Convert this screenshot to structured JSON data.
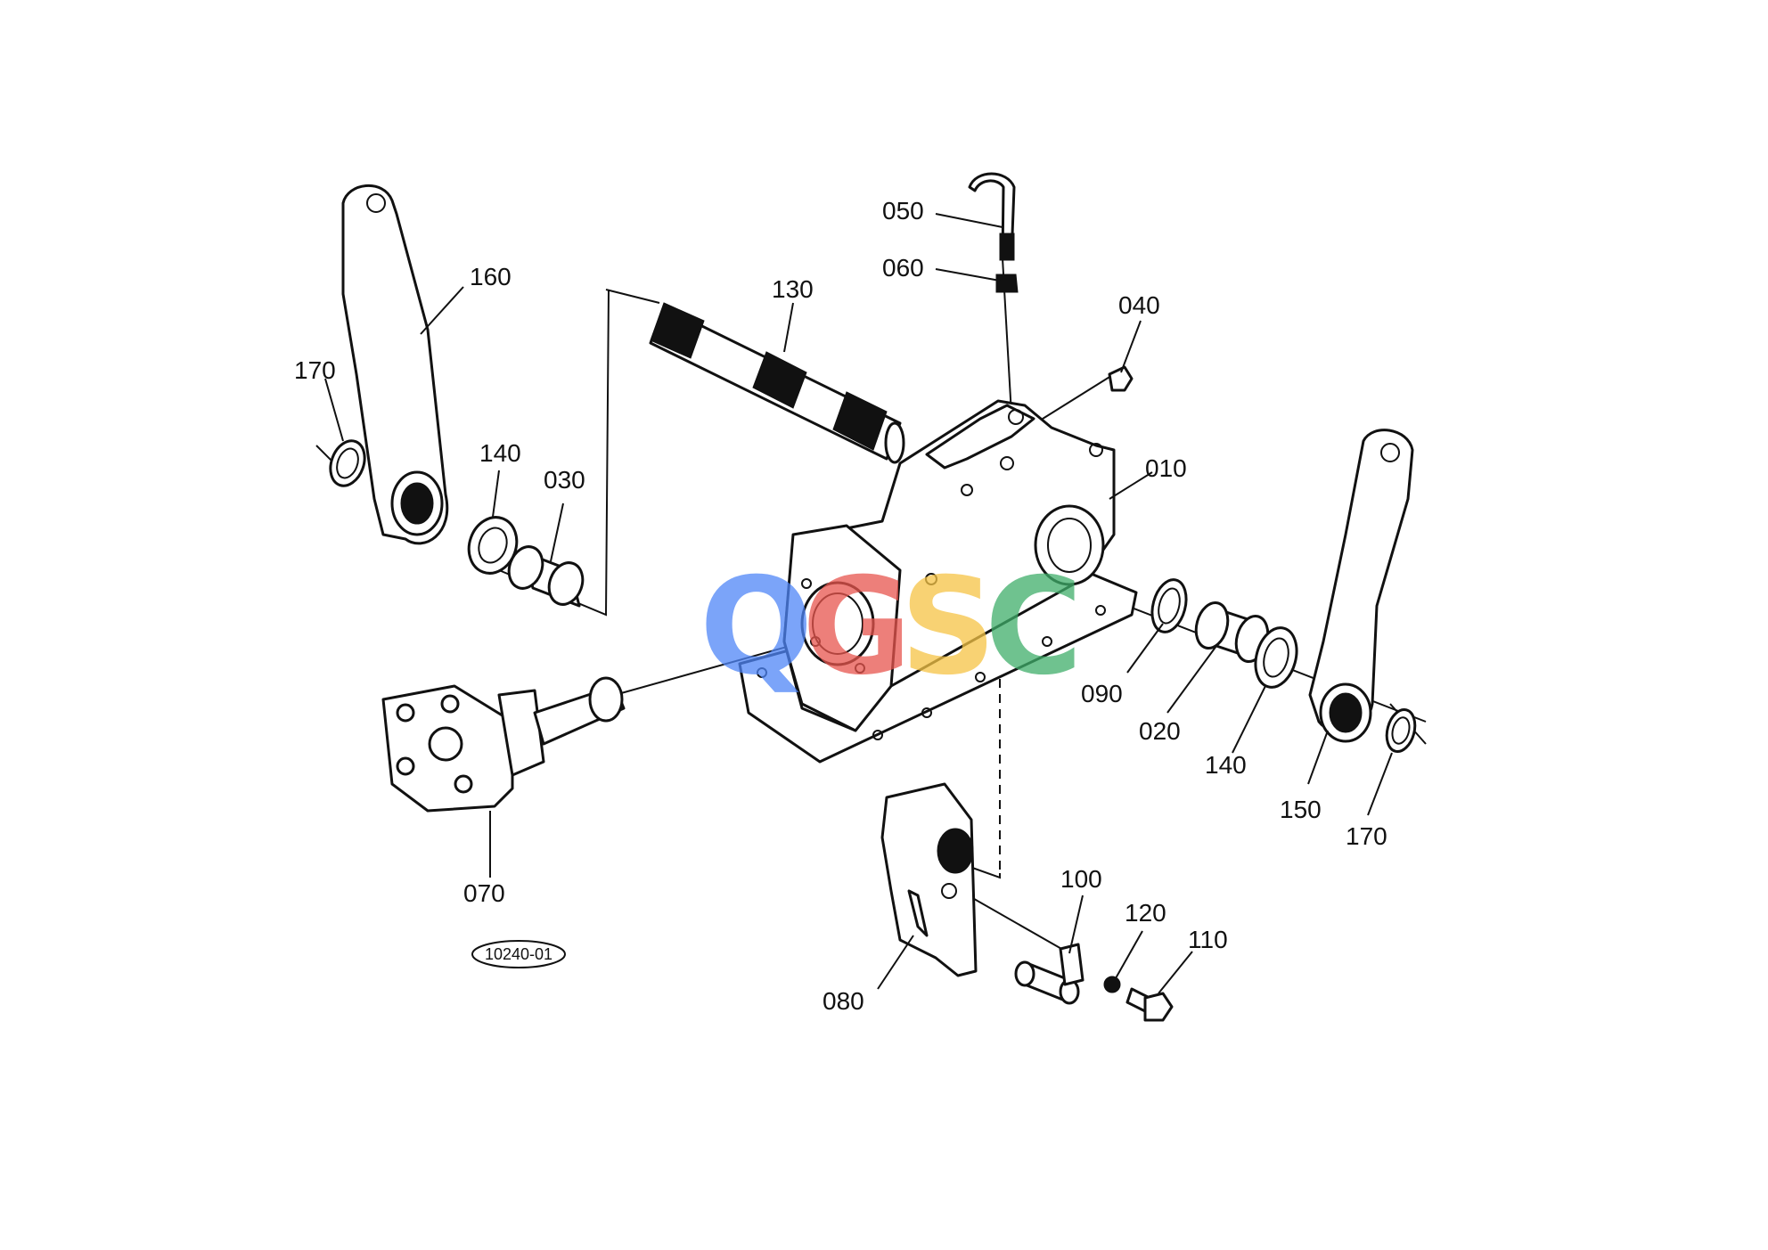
{
  "diagram": {
    "parts": [
      {
        "id": "p010",
        "label": "010"
      },
      {
        "id": "p020",
        "label": "020"
      },
      {
        "id": "p030",
        "label": "030"
      },
      {
        "id": "p040",
        "label": "040"
      },
      {
        "id": "p050",
        "label": "050"
      },
      {
        "id": "p060",
        "label": "060"
      },
      {
        "id": "p070",
        "label": "070"
      },
      {
        "id": "p080",
        "label": "080"
      },
      {
        "id": "p090",
        "label": "090"
      },
      {
        "id": "p100",
        "label": "100"
      },
      {
        "id": "p110",
        "label": "110"
      },
      {
        "id": "p120",
        "label": "120"
      },
      {
        "id": "p130",
        "label": "130"
      },
      {
        "id": "p140a",
        "label": "140"
      },
      {
        "id": "p140b",
        "label": "140"
      },
      {
        "id": "p150",
        "label": "150"
      },
      {
        "id": "p160",
        "label": "160"
      },
      {
        "id": "p170a",
        "label": "170"
      },
      {
        "id": "p170b",
        "label": "170"
      }
    ],
    "reference_code": "10240-01"
  },
  "watermark": {
    "letters": [
      {
        "char": "Q",
        "color": "#4f86f7"
      },
      {
        "char": "G",
        "color": "#e8554e"
      },
      {
        "char": "S",
        "color": "#f6c445"
      },
      {
        "char": "C",
        "color": "#3fae6a"
      }
    ]
  }
}
